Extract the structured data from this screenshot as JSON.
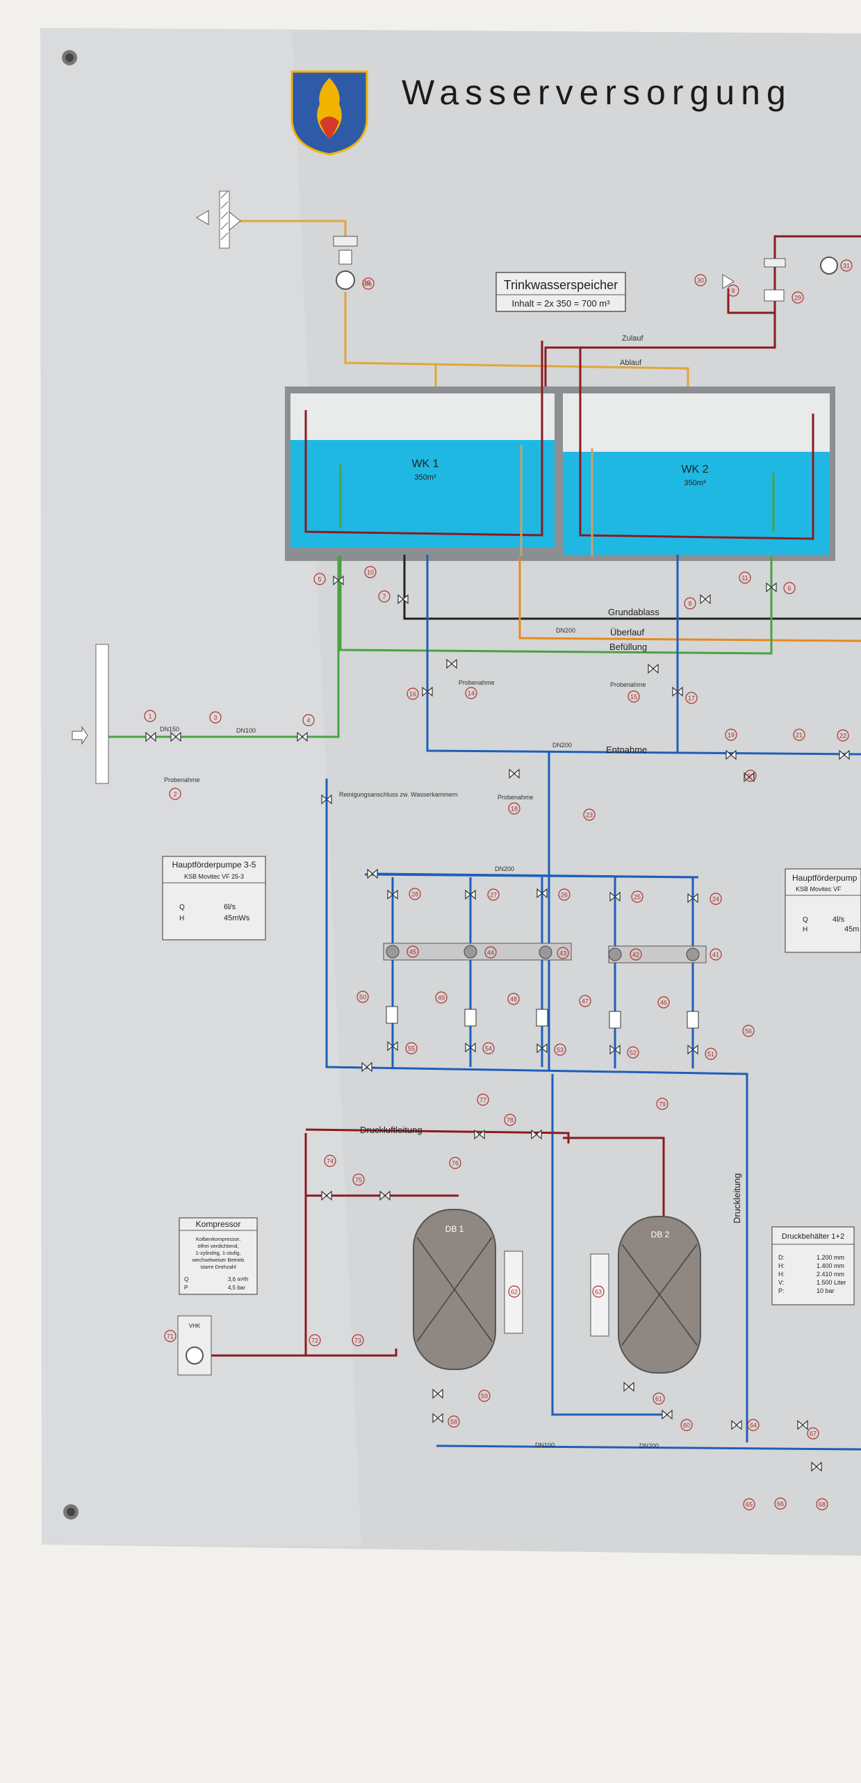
{
  "title": "Wasserversorgung",
  "colors": {
    "wall": "#f1f0ec",
    "panel": "#d6d8d9",
    "water": "#1fb8e3",
    "zuleitung": "#e2a53a",
    "druck": "#8b1a1f",
    "entnahme": "#1d5fb9",
    "befuellung": "#4aa244",
    "ueberlauf": "#e58a1f",
    "grundablass": "#222222",
    "crest_shield": "#2f5aa8",
    "crest_gold": "#f0b400",
    "marker": "#b0302a"
  },
  "storage": {
    "title": "Trinkwasserspeicher",
    "capacity": "Inhalt = 2x 350 = 700 m³",
    "tank1": {
      "name": "WK 1",
      "volume": "350m³"
    },
    "tank2": {
      "name": "WK 2",
      "volume": "350m³"
    }
  },
  "lines": {
    "zulauf": "Zulauf",
    "ablauf": "Ablauf",
    "grundablass": "Grundablass",
    "ueberlauf": "Überlauf",
    "befuellung": "Befüllung",
    "entnahme": "Entnahme",
    "druckluftleitung": "Druckluftleitung",
    "druckleitung": "Druckleitung",
    "probenahme": "Probenahme",
    "reinigung": "Reinigungsanschluss zw. Wasserkammern"
  },
  "dn": {
    "dn100": "DN100",
    "dn150": "DN150",
    "dn200": "DN200"
  },
  "pump_box_left": {
    "title": "Hauptförderpumpe 3-5",
    "model": "KSB Movitec VF 25-3",
    "q_label": "Q",
    "q_value": "6l/s",
    "h_label": "H",
    "h_value": "45mWs"
  },
  "pump_box_right": {
    "title": "Hauptförderpump",
    "model": "KSB Movitec VF",
    "q_label": "Q",
    "q_value": "4l/s",
    "h_label": "H",
    "h_value": "45m"
  },
  "compressor": {
    "title": "Kompressor",
    "desc": [
      "Kolbenkompressor,",
      "ölfrei verdichtend,",
      "1-zylindrig, 1-stufig,",
      "wechselweiser Betrieb",
      "starre Drehzahl"
    ],
    "q_label": "Q",
    "q_value": "3,6 m³/h",
    "p_label": "P",
    "p_value": "4,5 bar",
    "vhk": "VHK"
  },
  "pressure_tanks": {
    "db1": "DB 1",
    "db2": "DB 2",
    "box_title": "Druckbehälter 1+2",
    "specs": [
      {
        "key": "D:",
        "value": "1.200 mm"
      },
      {
        "key": "H:",
        "value": "1.400 mm"
      },
      {
        "key": "H:",
        "value": "2.410 mm"
      },
      {
        "key": "V:",
        "value": "1.500 Liter"
      },
      {
        "key": "P:",
        "value": "10 bar"
      }
    ]
  },
  "markers": [
    "1",
    "2",
    "3",
    "4",
    "5",
    "6",
    "7",
    "8",
    "9",
    "10",
    "11",
    "14",
    "15",
    "16",
    "17",
    "18",
    "19",
    "20",
    "21",
    "22",
    "23",
    "24",
    "25",
    "26",
    "27",
    "28",
    "29",
    "30",
    "31",
    "36",
    "41",
    "42",
    "43",
    "44",
    "45",
    "46",
    "47",
    "48",
    "49",
    "50",
    "51",
    "52",
    "53",
    "54",
    "55",
    "56",
    "58",
    "59",
    "60",
    "61",
    "62",
    "63",
    "64",
    "65",
    "66",
    "67",
    "68",
    "71",
    "72",
    "73",
    "74",
    "75",
    "76",
    "77",
    "78",
    "79"
  ]
}
